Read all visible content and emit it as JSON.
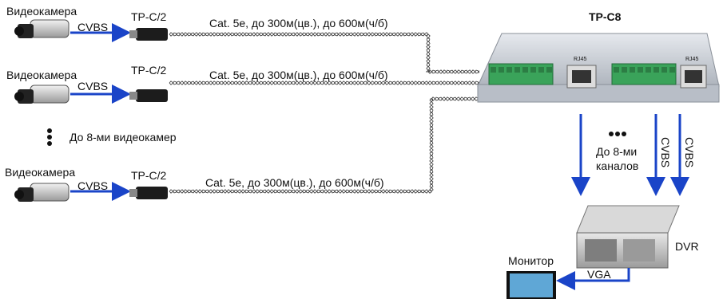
{
  "cameras": [
    {
      "label": "Видеокамера",
      "signal": "CVBS",
      "transceiver": "TP-C/2",
      "cable": "Cat. 5e, до 300м(цв.), до 600м(ч/б)"
    },
    {
      "label": "Видеокамера",
      "signal": "CVBS",
      "transceiver": "TP-C/2",
      "cable": "Cat. 5e, до 300м(цв.), до 600м(ч/б)"
    },
    {
      "label": "Видеокамера",
      "signal": "CVBS",
      "transceiver": "TP-C/2",
      "cable": "Cat. 5e, до 300м(цв.), до 600м(ч/б)"
    }
  ],
  "cameras_note": "До 8-ми видеокамер",
  "hub": {
    "title": "TP-C8",
    "port_label_1": "RJ45",
    "port_label_2": "RJ45"
  },
  "channels_note": {
    "line1": "До 8-ми",
    "line2": "каналов"
  },
  "cvbs_vertical_1": "CVBS",
  "cvbs_vertical_2": "CVBS",
  "dvr": {
    "label": "DVR"
  },
  "monitor": {
    "label": "Монитор",
    "signal": "VGA"
  },
  "colors": {
    "arrow": "#1a44c8",
    "terminal": "#3aa35a",
    "hub_body": "#c9ced6"
  }
}
